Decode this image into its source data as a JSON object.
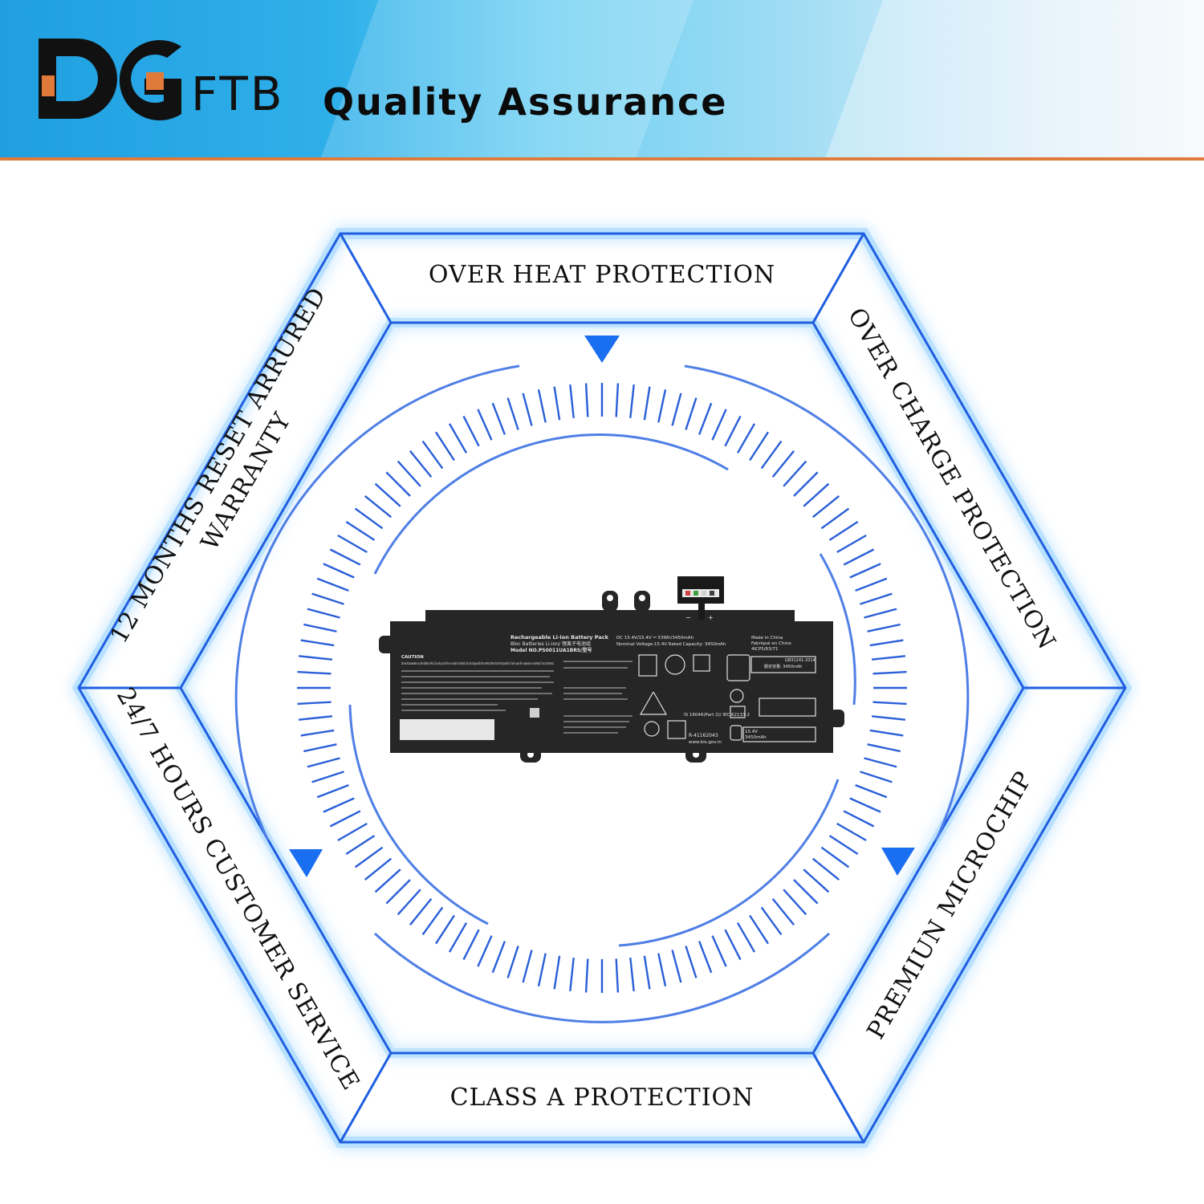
{
  "header": {
    "logo_mark": "DG",
    "brand_suffix": "FTB",
    "title": "Quality Assurance",
    "accent_color": "#e07a3a",
    "gradient_start": "#1f9fe0"
  },
  "features": {
    "top": {
      "label": "OVER HEAT PROTECTION"
    },
    "top_right": {
      "label": "OVER CHARGE PROTECTION"
    },
    "bottom_right": {
      "label": "PREMIUN MICROCHIP"
    },
    "bottom": {
      "label": "CLASS A PROTECTION"
    },
    "bottom_left": {
      "label": "24/7 HOURS CUSTOMER SERVICE"
    },
    "top_left": {
      "line1": "12 MONTHS RESET ARRURED",
      "line2": "WARRANTY"
    }
  },
  "product": {
    "label_title": "Rechargeable Li-ion Battery Pack",
    "label_subtitle": "Bloc Batteries Li-ion/ 锂离子电池组",
    "model": "Model NO.PS0011UA1BRS/型号",
    "rating": "DC 15.4V/15.4V ⎓ 53Wh/3450mAh",
    "nominal": "Nominal Voltage:15.4V  Rated Capacity: 3450mAh",
    "origin": "Made in China",
    "origin_fr": "Fabriqué en Chine",
    "cells": "4ICP5/63/71",
    "standard": "GB31241-2014",
    "capacity_cn": "额定容量: 3450mAh",
    "bis": "IS 16046(Part 2)/ IEC 62133-2",
    "registration": "R-41162043",
    "website": "www.bis.gov.in",
    "ps_rating": "15.4V",
    "ps_capacity": "3450mAh",
    "caution_title": "CAUTION",
    "caution_text": "Do not disassemble nor alter Battery Pack. Do not put into fire nor make it shorted. Do not charge with the method other than that specified. It will cause fire, explosion or overheat if not conformed."
  },
  "colors": {
    "hex_stroke": "#1f5fe0",
    "glow": "#7fc8ff",
    "arrow": "#1a6ef0",
    "tick": "#2a5fd8",
    "arc": "#4f7fe6",
    "battery_body": "#262626"
  },
  "ring": {
    "tick_count": 120
  }
}
